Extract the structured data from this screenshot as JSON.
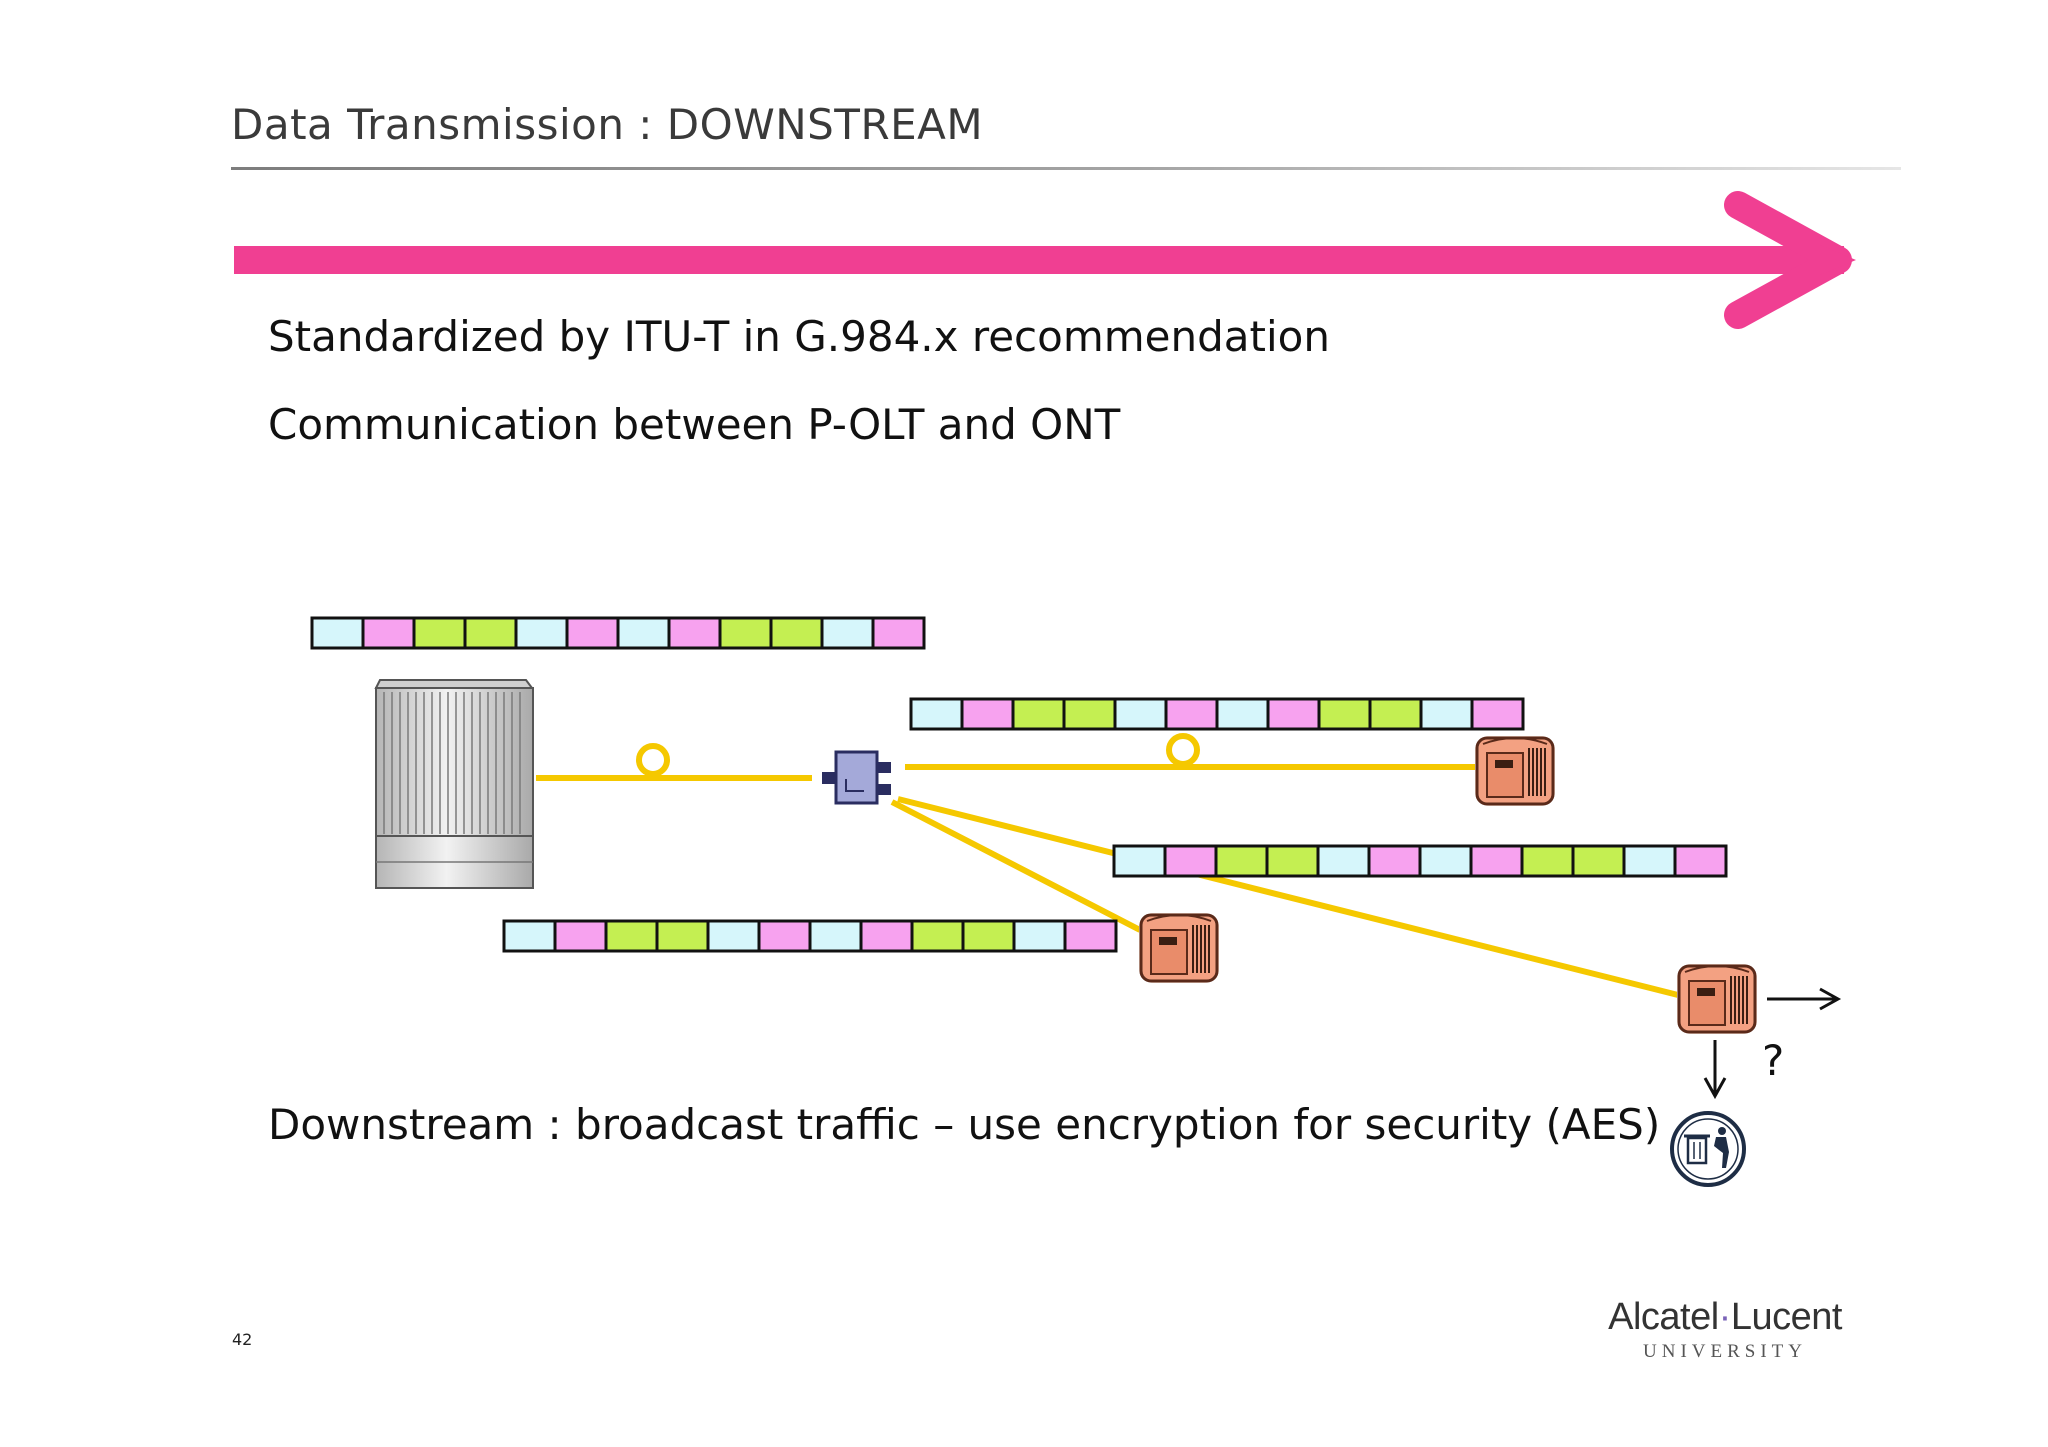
{
  "title": "Data Transmission : DOWNSTREAM",
  "bullets": [
    "Standardized by ITU-T in G.984.x recommendation",
    "Communication between P-OLT and ONT",
    "Downstream : broadcast traffic – use encryption for security (AES)"
  ],
  "question_mark": "?",
  "slide_number": "42",
  "logo": {
    "name_left": "Alcatel",
    "separator": "·",
    "name_right": "Lucent",
    "subtitle": "UNIVERSITY"
  },
  "colors": {
    "arrow": "#f03f92",
    "fiber": "#f5c800",
    "cell_cyan": "#d6f6fb",
    "cell_pink": "#f7a2ef",
    "cell_green": "#c4ef52",
    "ont_body": "#f3a182",
    "splitter": "#a4a9d9"
  },
  "frame_cells": [
    "cyan",
    "pink",
    "green",
    "green",
    "cyan",
    "pink",
    "cyan",
    "pink",
    "green",
    "green",
    "cyan",
    "pink"
  ],
  "icons": {
    "olt": "olt-chassis-icon",
    "splitter": "splitter-icon",
    "ont": "ont-icon",
    "trash": "trash-bin-icon"
  }
}
